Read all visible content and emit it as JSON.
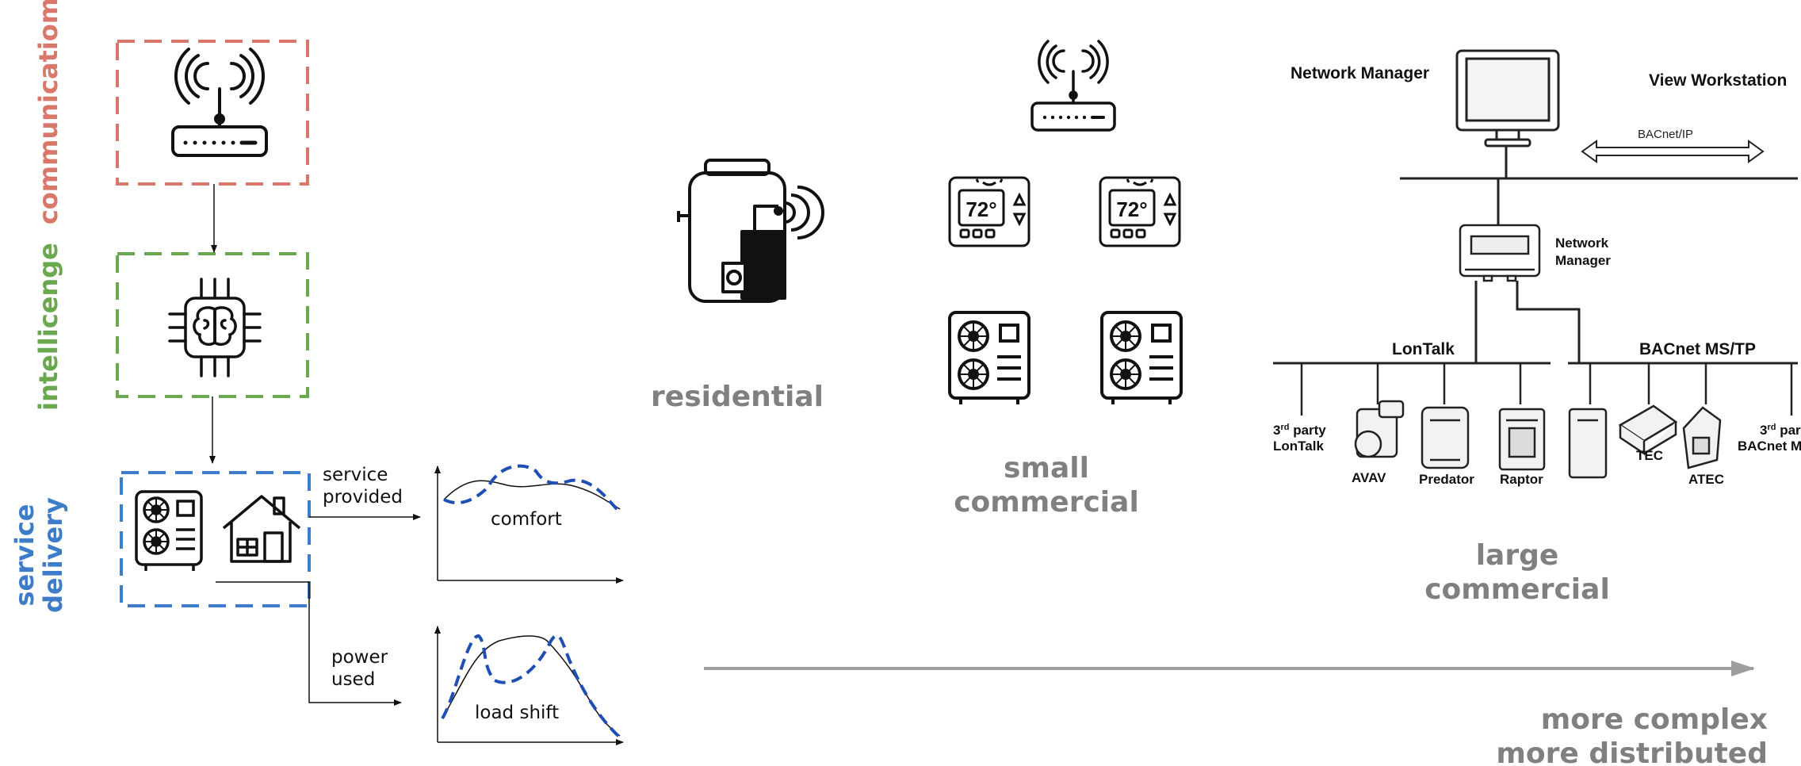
{
  "colors": {
    "communication": "#d9776a",
    "intelligence": "#6aa84f",
    "service_delivery": "#3d7cc9",
    "tier_text": "#808080",
    "dashed_curve": "#1f4fb5",
    "arrow": "#9e9e9e"
  },
  "layers": {
    "communication": "communicatiom",
    "intelligence": "intellicenge",
    "service_delivery_line1": "service",
    "service_delivery_line2": "delivery"
  },
  "icons": {
    "communication": "wifi-router-icon",
    "intelligence": "ai-chip-brain-icon",
    "service_delivery": [
      "heat-pump-icon",
      "house-icon"
    ]
  },
  "plots": {
    "service_label_line1": "service",
    "service_label_line2": "provided",
    "comfort": "comfort",
    "power_label_line1": "power",
    "power_label_line2": "used",
    "load_shift": "load shift"
  },
  "tiers": {
    "residential": "residential",
    "small_commercial_line1": "small",
    "small_commercial_line2": "commercial",
    "large_commercial_line1": "large",
    "large_commercial_line2": "commercial"
  },
  "thermostat_reading": "72°",
  "network": {
    "network_manager_top": "Network Manager",
    "view_workstation": "View Workstation",
    "bacnet_ip": "BACnet/IP",
    "network_manager_device_line1": "Network",
    "network_manager_device_line2": "Manager",
    "lontalk": "LonTalk",
    "bacnet_mstp": "BACnet MS/TP",
    "third_party_lontalk_line1_sup": "rd",
    "third_party_lontalk_line1": "3",
    "third_party_lontalk_line1_rest": " party",
    "third_party_lontalk_line2": "LonTalk",
    "avav": "AVAV",
    "predator": "Predator",
    "raptor": "Raptor",
    "tec": "TEC",
    "atec": "ATEC",
    "third_party_bacnet_line1": "3",
    "third_party_bacnet_line1_sup": "rd",
    "third_party_bacnet_line1_rest": " par",
    "third_party_bacnet_line2": "BACnet M"
  },
  "trend": {
    "line1": "more complex",
    "line2": "more distributed"
  }
}
